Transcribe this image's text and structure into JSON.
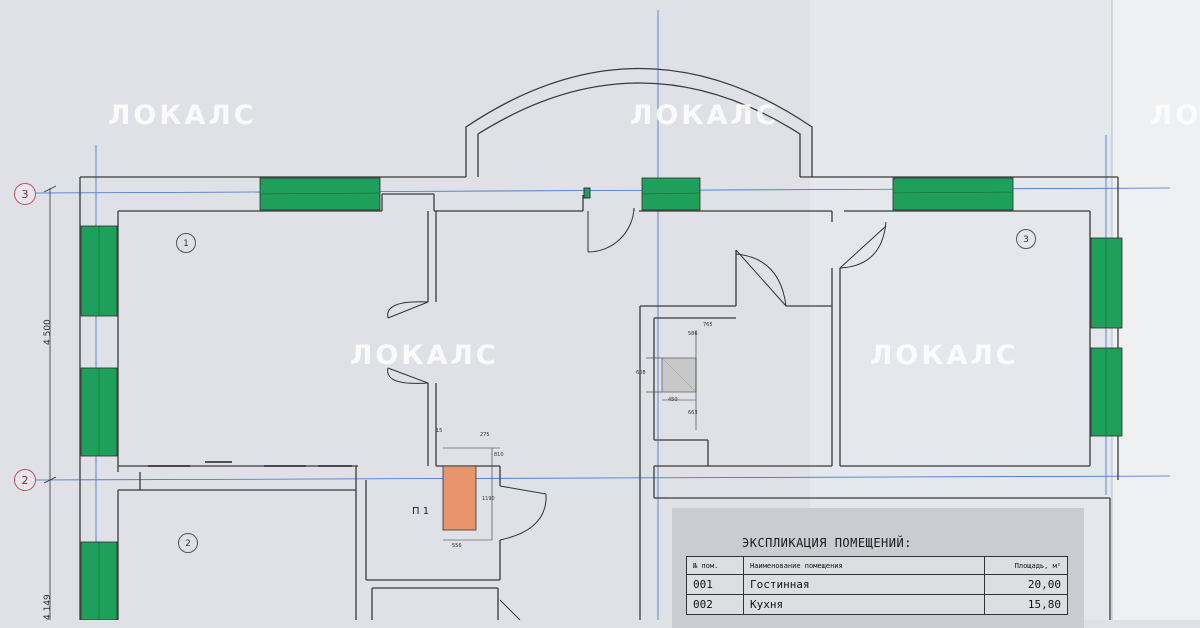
{
  "watermark": "ЛОКАЛС",
  "axes": {
    "axis_3": "3",
    "axis_2": "2"
  },
  "rooms": {
    "room_1": "1",
    "room_2": "2",
    "room_3": "3"
  },
  "dimensions": {
    "vertical_1": "4 500",
    "vertical_2": "4 149",
    "closet_w": "765",
    "closet_top": "586",
    "closet_h": "608",
    "closet_inner": "450",
    "closet_bottom": "663",
    "shaft_left": "15",
    "shaft_top": "275",
    "shaft_side": "1190",
    "shaft_right": "810",
    "shaft_bottom": "556"
  },
  "shaft_label": "П 1",
  "colors": {
    "window": "#1fa05a",
    "shaft": "#e8956e",
    "gridline": "#3a6fd0",
    "axis_marker": "#c04a5a"
  },
  "legend": {
    "title": "ЭКСПЛИКАЦИЯ ПОМЕЩЕНИЙ:",
    "columns": [
      "№ пом.",
      "Наименование помещения",
      "Площадь, м²"
    ],
    "rows": [
      {
        "num": "001",
        "name": "Гостинная",
        "area": "20,00"
      },
      {
        "num": "002",
        "name": "Кухня",
        "area": "15,80"
      }
    ]
  }
}
